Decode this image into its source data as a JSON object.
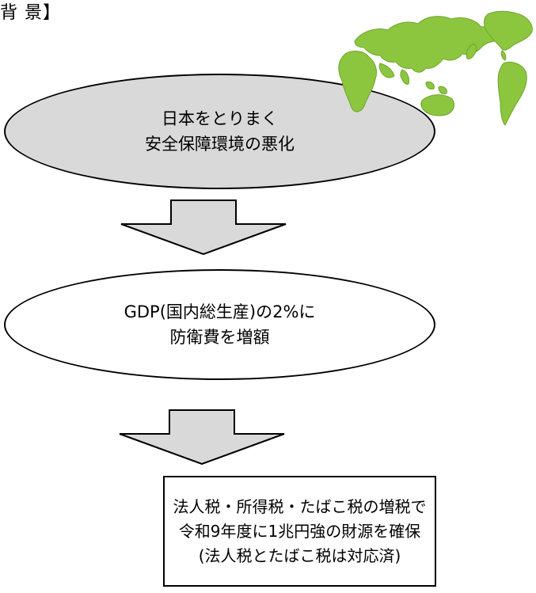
{
  "heading": "背 景】",
  "colors": {
    "ellipse_fill": "#d9d9d9",
    "arrow_fill": "#d9d9d9",
    "map_green": "#8cc63f",
    "outline": "#000000"
  },
  "icons": {
    "world_map": "world-map-icon"
  },
  "flow": {
    "step1": {
      "line1": "日本をとりまく",
      "line2": "安全保障環境の悪化"
    },
    "step2": {
      "line1": "GDP(国内総生産)の2%に",
      "line2": "防衛費を増額"
    },
    "result": {
      "line1": "法人税・所得税・たばこ税の増税で",
      "line2": "令和9年度に1兆円強の財源を確保",
      "line3": "(法人税とたばこ税は対応済)"
    }
  }
}
